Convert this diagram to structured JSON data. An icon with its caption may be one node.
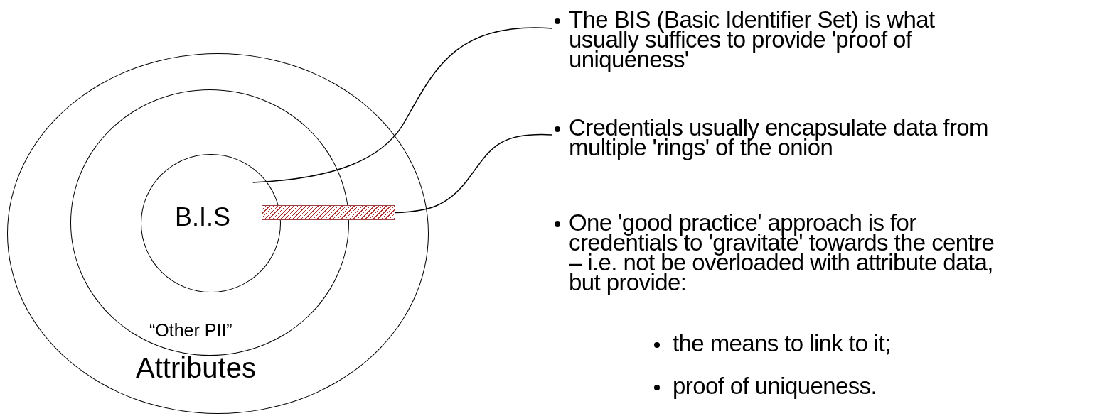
{
  "diagram": {
    "nodes": [
      {
        "text": [
          "Attributes"
        ]
      },
      {
        "text": [
          "“Other PII”"
        ],
        "in": 0
      },
      {
        "text": [
          "B.I.S"
        ],
        "in": 1
      },
      {
        "text": [],
        "shape": "bar",
        "in": 0
      },
      {
        "text": [
          "The BIS (Basic Identifier Set) is what usually suffices to provide 'proof of uniqueness'"
        ]
      },
      {
        "text": [
          "Credentials usually encapsulate data from multiple 'rings' of the onion"
        ]
      }
    ],
    "edges": [
      {
        "from": 4,
        "to": 2,
        "arrow": "none"
      },
      {
        "from": 5,
        "to": 3,
        "arrow": "none"
      }
    ],
    "labels": [
      "One 'good practice' approach is for credentials to 'gravitate' towards the centre  – i.e. not be overloaded with attribute data, but provide:",
      "the means to link to it;",
      "proof of uniqueness."
    ]
  }
}
